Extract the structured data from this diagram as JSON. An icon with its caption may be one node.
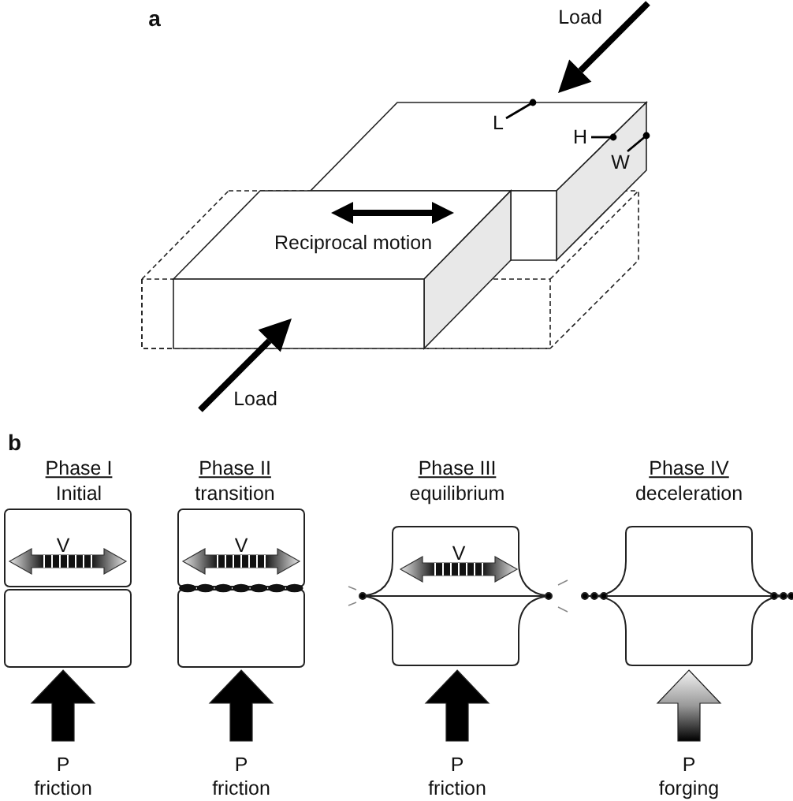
{
  "diagram": {
    "nodes": [
      {
        "text": [
          "L"
        ]
      },
      {
        "text": [
          "H"
        ]
      },
      {
        "text": [
          "W"
        ]
      }
    ],
    "edges": [
      {
        "from": 0,
        "to": null,
        "arrow": "other"
      },
      {
        "from": 1,
        "to": null,
        "arrow": "other"
      },
      {
        "from": 2,
        "to": null,
        "arrow": "other"
      }
    ],
    "labels": [
      "a",
      "Load",
      "Reciprocal motion",
      "Load",
      "b",
      "Phase I",
      "Initial",
      "Phase II",
      "transition",
      "Phase III",
      "equilibrium",
      "Phase IV",
      "deceleration",
      "V",
      "V",
      "V",
      "P",
      "friction",
      "P",
      "friction",
      "P",
      "friction",
      "P",
      "forging"
    ]
  }
}
